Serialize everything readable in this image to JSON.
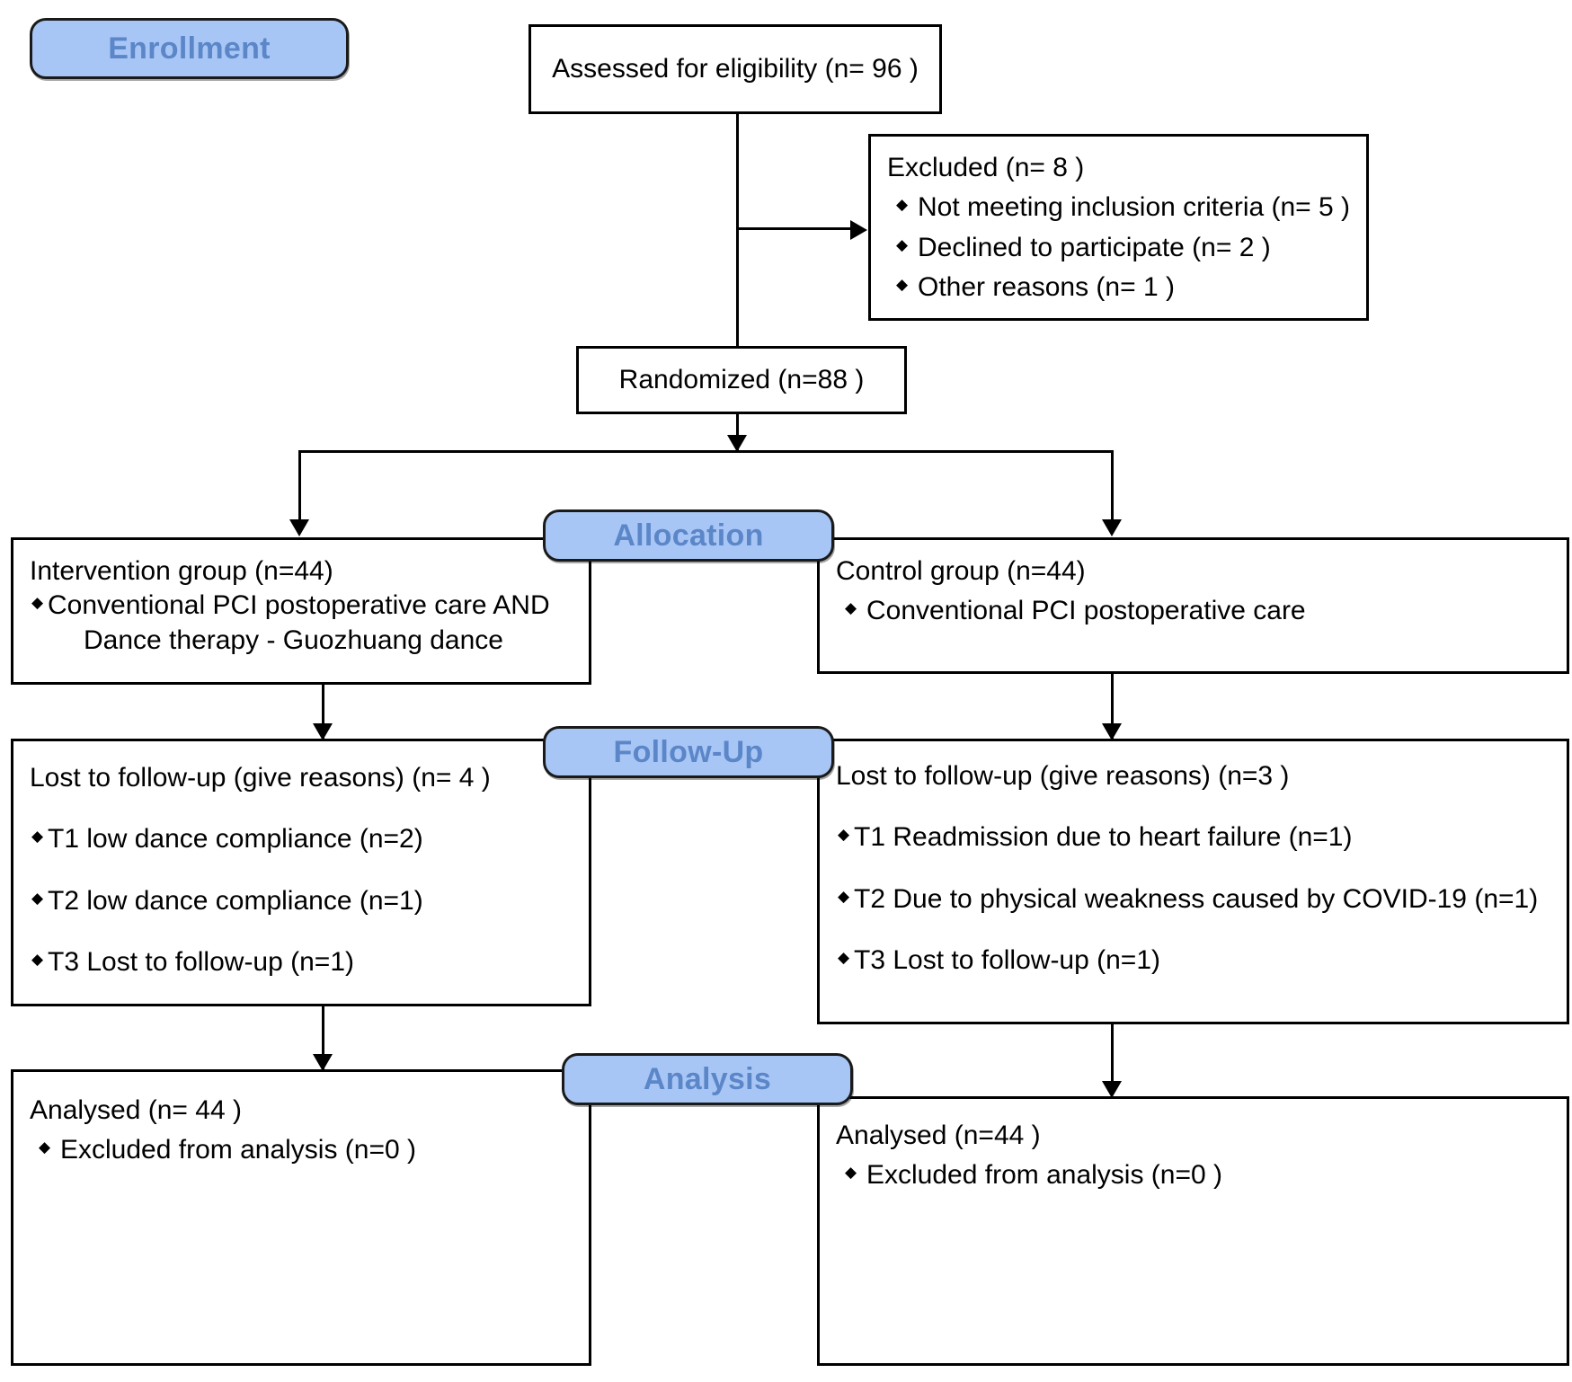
{
  "diagram": {
    "type": "CONSORT participant flow diagram",
    "stages": [
      {
        "id": "enrollment",
        "label": "Enrollment"
      },
      {
        "id": "allocation",
        "label": "Allocation"
      },
      {
        "id": "followup",
        "label": "Follow-Up"
      },
      {
        "id": "analysis",
        "label": "Analysis"
      }
    ],
    "colors": {
      "stage_fill": "#a8c6f5",
      "stage_text": "#5b86c8",
      "stage_border": "#1a1a1a",
      "box_border": "#000000",
      "box_fill": "#ffffff",
      "text": "#000000"
    },
    "nodes": {
      "assessed": {
        "text": "Assessed for eligibility (n= 96 )",
        "n": 96
      },
      "excluded": {
        "title": "Excluded  (n=  8 )",
        "n": 8,
        "reasons": [
          {
            "text": "Not meeting inclusion criteria (n= 5 )",
            "n": 5
          },
          {
            "text": "Declined to participate (n= 2 )",
            "n": 2
          },
          {
            "text": "Other reasons (n= 1 )",
            "n": 1
          }
        ]
      },
      "randomized": {
        "text": "Randomized (n=88  )",
        "n": 88
      },
      "intervention_alloc": {
        "title": "Intervention group (n=44)",
        "n": 44,
        "bullets": [
          "Conventional PCI postoperative care AND"
        ],
        "continuation": "Dance therapy - Guozhuang dance"
      },
      "control_alloc": {
        "title": "Control group (n=44)",
        "n": 44,
        "bullets": [
          "Conventional PCI postoperative care"
        ]
      },
      "intervention_followup": {
        "title": "Lost to follow-up (give reasons) (n= 4 )",
        "n": 4,
        "bullets": [
          "T1  low dance compliance (n=2)",
          "T2  low dance compliance (n=1)",
          "T3  Lost to follow-up (n=1)"
        ]
      },
      "control_followup": {
        "title": "Lost to follow-up (give reasons) (n=3 )",
        "n": 3,
        "bullets": [
          "T1 Readmission due to heart failure (n=1)",
          "T2 Due to physical weakness caused by COVID-19 (n=1)",
          "T3 Lost to follow-up (n=1)"
        ]
      },
      "intervention_analysis": {
        "title": "Analysed  (n= 44 )",
        "n": 44,
        "bullets": [
          "Excluded from analysis (n=0 )"
        ]
      },
      "control_analysis": {
        "title": "Analysed  (n=44 )",
        "n": 44,
        "bullets": [
          "Excluded from analysis (n=0 )"
        ]
      }
    }
  }
}
